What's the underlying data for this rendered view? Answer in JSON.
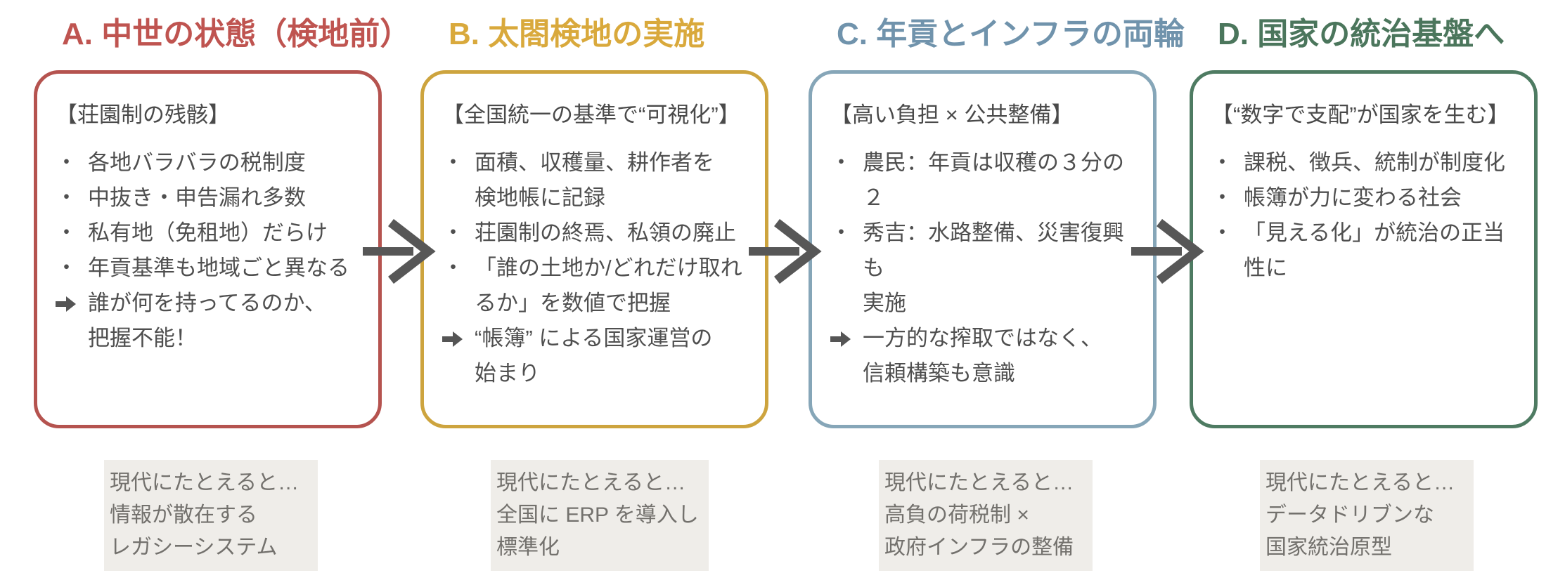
{
  "diagram_title": "",
  "markers": {
    "bullet": "・",
    "item_arrow_icon": "arrow-right-marker-icon"
  },
  "flow_arrow": {
    "icon": "arrow-right-icon",
    "color": "#575757"
  },
  "footer_background": "#efede9",
  "columns": [
    {
      "id": "A",
      "title": "A. 中世の状態（検地前）",
      "title_color": "#bf5450",
      "border_color": "#b5534f",
      "box": {
        "heading": "【荘園制の残骸】",
        "items": [
          {
            "type": "bullet",
            "text": "各地バラバラの税制度"
          },
          {
            "type": "bullet",
            "text": "中抜き・申告漏れ多数"
          },
          {
            "type": "bullet",
            "text": "私有地（免租地）だらけ"
          },
          {
            "type": "bullet",
            "text": "年貢基準も地域ごと異なる"
          },
          {
            "type": "arrow",
            "text": "誰が何を持ってるのか、\n把握不能！"
          }
        ]
      },
      "analogy": [
        "現代にたとえると…",
        "情報が散在する",
        "レガシーシステム"
      ]
    },
    {
      "id": "B",
      "title": "B. 太閤検地の実施",
      "title_color": "#d9a93c",
      "border_color": "#cda43e",
      "box": {
        "heading": "【全国統一の基準で“可視化”】",
        "items": [
          {
            "type": "bullet",
            "text": "面積、収穫量、耕作者を\n検地帳に記録"
          },
          {
            "type": "bullet",
            "text": "荘園制の終焉、私領の廃止"
          },
          {
            "type": "bullet",
            "text": "「誰の土地か/どれだけ取れ\nるか」を数値で把握"
          },
          {
            "type": "arrow",
            "text": "“帳簿” による国家運営の\n始まり"
          }
        ]
      },
      "analogy": [
        "現代にたとえると…",
        "全国に ERP を導入し",
        "標準化"
      ]
    },
    {
      "id": "C",
      "title": "C. 年貢とインフラの両輪",
      "title_color": "#7093ac",
      "border_color": "#86a6b8",
      "box": {
        "heading": "【高い負担 × 公共整備】",
        "items": [
          {
            "type": "bullet",
            "text": "農民：年貢は収穫の３分の２"
          },
          {
            "type": "bullet",
            "text": "秀吉：水路整備、災害復興も\n実施"
          },
          {
            "type": "arrow",
            "text": "一方的な搾取ではなく、\n信頼構築も意識"
          }
        ]
      },
      "analogy": [
        "現代にたとえると…",
        "高負の荷税制 ×",
        "政府インフラの整備"
      ]
    },
    {
      "id": "D",
      "title": "D. 国家の統治基盤へ",
      "title_color": "#4b765c",
      "border_color": "#4e7b62",
      "box": {
        "heading": "【“数字で支配”が国家を生む】",
        "items": [
          {
            "type": "bullet",
            "text": "課税、徴兵、統制が制度化"
          },
          {
            "type": "bullet",
            "text": "帳簿が力に変わる社会"
          },
          {
            "type": "bullet",
            "text": "「見える化」が統治の正当性に"
          }
        ]
      },
      "analogy": [
        "現代にたとえると…",
        "データドリブンな",
        "国家統治原型"
      ]
    }
  ]
}
